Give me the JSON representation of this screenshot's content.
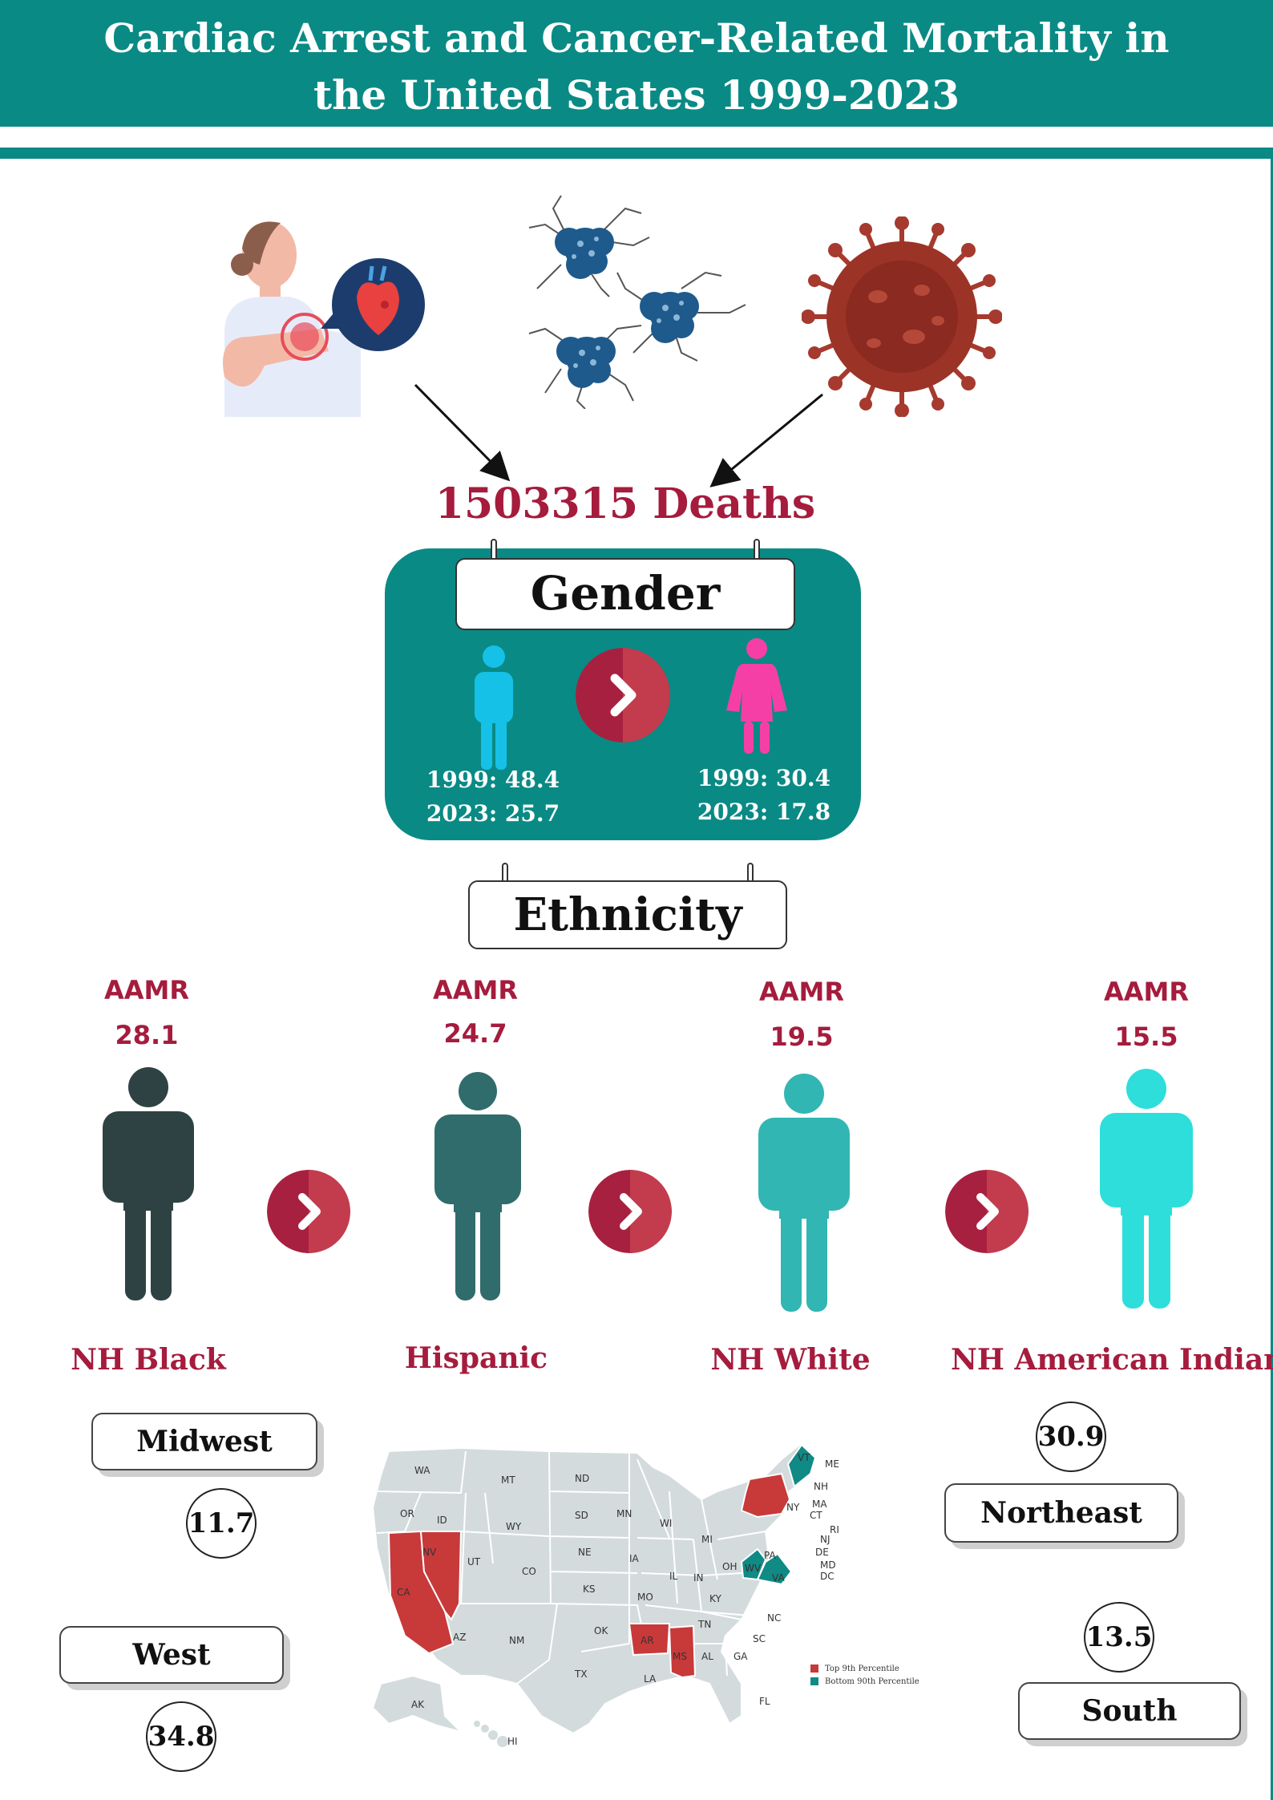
{
  "header": {
    "title_line1": "Cardiac Arrest and Cancer-Related Mortality in",
    "title_line2": "the United States 1999-2023"
  },
  "icons": {
    "cardiac": "woman-chest-pain-heart-icon",
    "cancer": "cancer-cells-icon",
    "virus": "virus-cell-icon"
  },
  "total_deaths": "1503315 Deaths",
  "gender": {
    "title": "Gender",
    "male": {
      "line1": "1999: 48.4",
      "line2": "2023: 25.7",
      "color": "#15c1e6"
    },
    "female": {
      "line1": "1999: 30.4",
      "line2": "2023: 17.8",
      "color": "#f53fa6"
    }
  },
  "ethnicity": {
    "title": "Ethnicity",
    "groups": [
      {
        "aamr_label": "AAMR",
        "aamr": "28.1",
        "name": "NH Black",
        "color": "#2f4243"
      },
      {
        "aamr_label": "AAMR",
        "aamr": "24.7",
        "name": "Hispanic",
        "color": "#306c6b"
      },
      {
        "aamr_label": "AAMR",
        "aamr": "19.5",
        "name": "NH White",
        "color": "#31b6b3"
      },
      {
        "aamr_label": "AAMR",
        "aamr": "15.5",
        "name": "NH American Indian",
        "color": "#2ddedb"
      }
    ]
  },
  "regions": {
    "midwest": {
      "label": "Midwest",
      "value": "11.7"
    },
    "west": {
      "label": "West",
      "value": "34.8"
    },
    "northeast": {
      "label": "Northeast",
      "value": "30.9"
    },
    "south": {
      "label": "South",
      "value": "13.5"
    }
  },
  "map": {
    "legend": [
      {
        "label": "Top 9th Percentile",
        "color": "#c8393a"
      },
      {
        "label": "Bottom 90th Percentile",
        "color": "#0f8a85"
      }
    ],
    "state_labels": [
      "WA",
      "OR",
      "CA",
      "NV",
      "ID",
      "MT",
      "WY",
      "UT",
      "AZ",
      "CO",
      "NM",
      "ND",
      "SD",
      "NE",
      "KS",
      "OK",
      "TX",
      "MN",
      "IA",
      "MO",
      "AR",
      "LA",
      "WI",
      "IL",
      "MI",
      "IN",
      "OH",
      "KY",
      "TN",
      "MS",
      "AL",
      "GA",
      "FL",
      "SC",
      "NC",
      "VA",
      "WV",
      "PA",
      "NY",
      "VT",
      "NH",
      "ME",
      "MA",
      "CT",
      "RI",
      "NJ",
      "DE",
      "MD",
      "DC",
      "AK",
      "HI"
    ]
  },
  "colors": {
    "teal": "#0a8a85",
    "crimson": "#a51c3d"
  }
}
